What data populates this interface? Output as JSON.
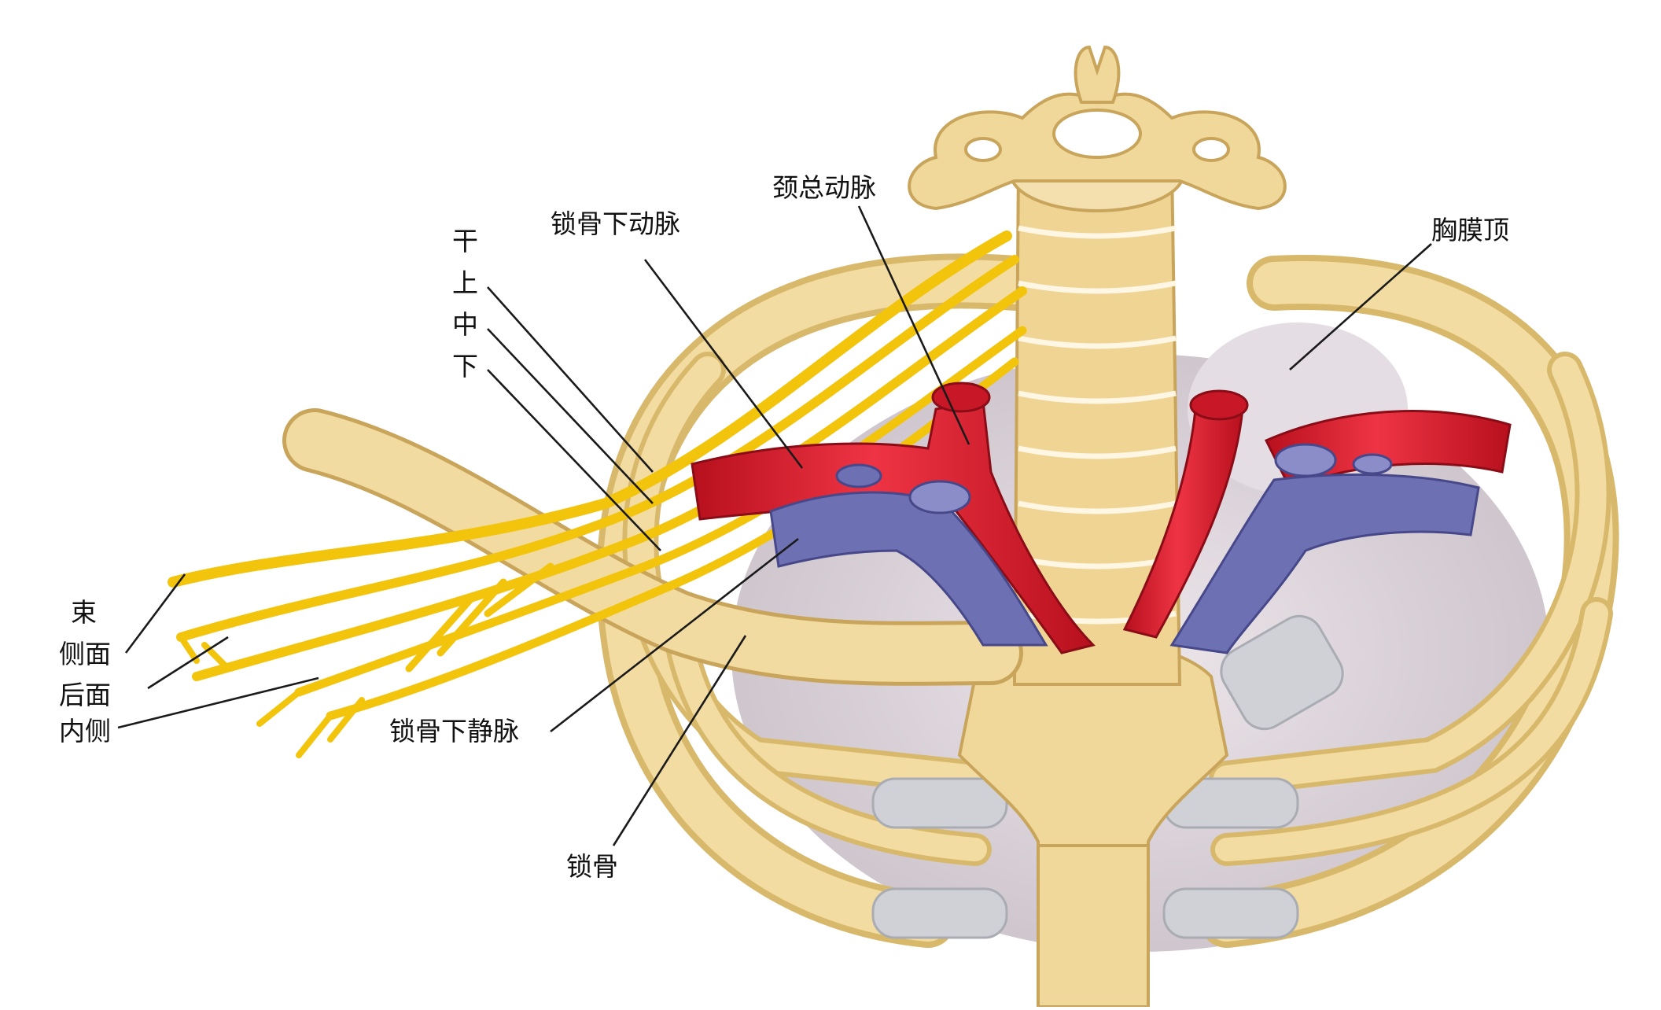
{
  "labels": {
    "gan": "干",
    "shang": "上",
    "zhong": "中",
    "xia": "下",
    "subclavian_artery": "锁骨下动脉",
    "common_carotid": "颈总动脉",
    "pleural_dome": "胸膜顶",
    "shu": "束",
    "lateral": "侧面",
    "posterior": "后面",
    "medial": "内侧",
    "subclavian_vein": "锁骨下静脉",
    "clavicle": "锁骨"
  },
  "colors": {
    "bone": "#f0d89a",
    "bone_shadow": "#d9bb72",
    "nerve": "#f2c40c",
    "artery": "#e0202f",
    "vein": "#6e70b4",
    "pleura": "#d9d2d9",
    "cartilage": "#cfd1d6"
  }
}
